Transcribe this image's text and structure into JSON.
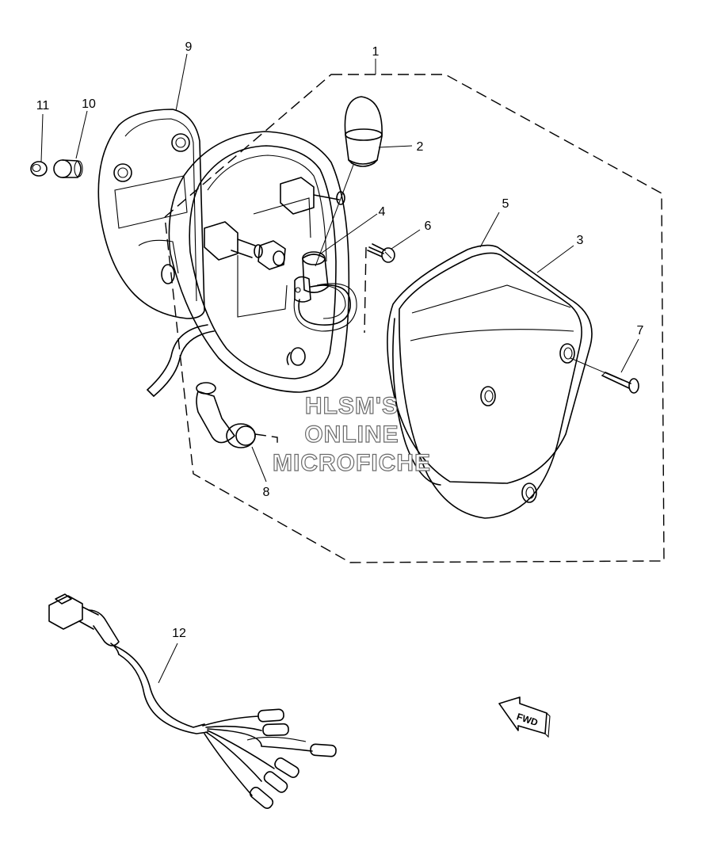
{
  "callouts": {
    "c1": "1",
    "c2": "2",
    "c3": "3",
    "c4": "4",
    "c5": "5",
    "c6": "6",
    "c7": "7",
    "c8": "8",
    "c9": "9",
    "c10": "10",
    "c11": "11",
    "c12": "12"
  },
  "watermark": {
    "line1": "HLSM'S",
    "line2": "ONLINE",
    "line3": "MICROFICHE"
  },
  "direction_badge": "FWD"
}
